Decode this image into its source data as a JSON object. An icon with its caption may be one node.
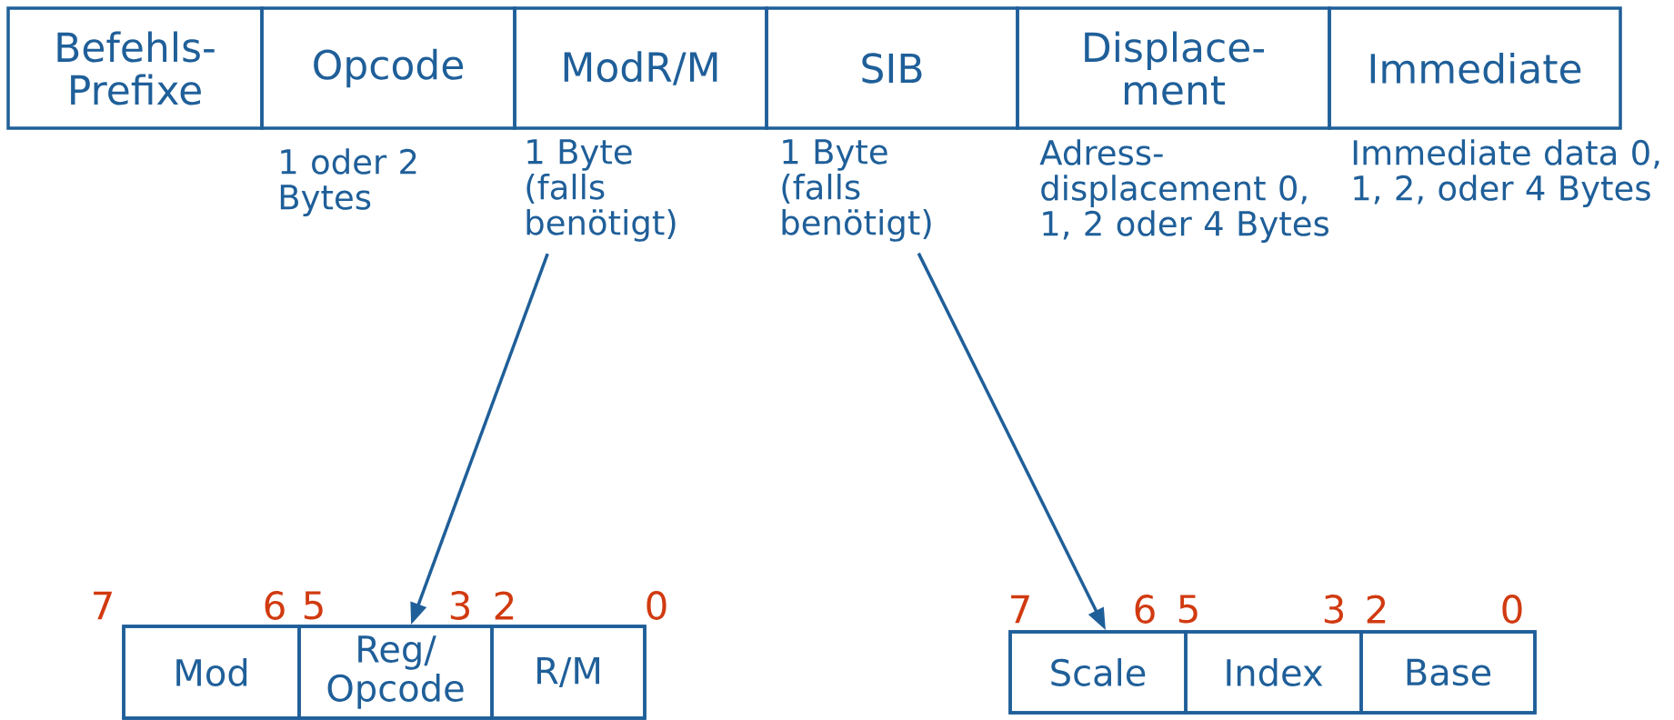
{
  "diagram": {
    "nodes": [
      {
        "text": [
          "Befehls- Prefixe"
        ]
      },
      {
        "text": [
          "Opcode"
        ]
      },
      {
        "text": [
          "ModR/M"
        ]
      },
      {
        "text": [
          "SIB"
        ]
      },
      {
        "text": [
          "Displace- ment"
        ]
      },
      {
        "text": [
          "Immediate"
        ]
      },
      {
        "text": [
          "1 oder 2 Bytes"
        ]
      },
      {
        "text": [
          "1 Byte (falls benötigt)"
        ]
      },
      {
        "text": [
          "1 Byte (falls benötigt)"
        ]
      },
      {
        "text": [
          "Adress- displacement 0, 1, 2 oder 4 Bytes"
        ]
      },
      {
        "text": [
          "Immediate data 0, 1, 2, oder 4 Bytes"
        ]
      },
      {
        "text": [],
        "shape": "box"
      },
      {
        "text": [
          "Mod"
        ],
        "in": 11
      },
      {
        "text": [
          "Reg/ Opcode"
        ],
        "in": 11
      },
      {
        "text": [
          "R/M"
        ],
        "in": 11
      },
      {
        "text": [],
        "shape": "box"
      },
      {
        "text": [
          "Scale"
        ],
        "in": 15
      },
      {
        "text": [
          "Index"
        ],
        "in": 15
      },
      {
        "text": [
          "Base"
        ],
        "in": 15
      }
    ],
    "edges": [
      {
        "from": 7,
        "to": 11,
        "arrow": "to"
      },
      {
        "from": 8,
        "to": 15,
        "arrow": "to"
      }
    ],
    "labels": [
      "7",
      "6",
      "5",
      "3",
      "2",
      "0",
      "7",
      "6",
      "5",
      "3",
      "2",
      "0"
    ]
  }
}
